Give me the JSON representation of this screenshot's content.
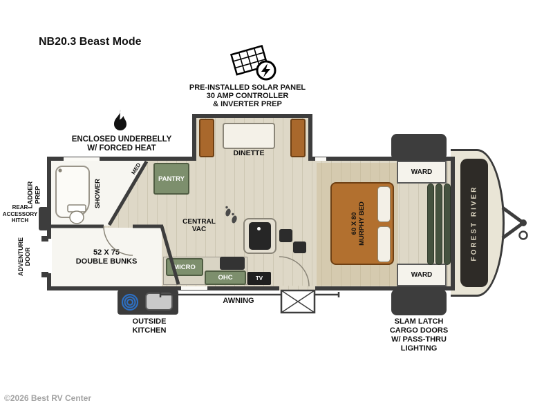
{
  "title": "NB20.3 Beast Mode",
  "watermark": "©2026 Best RV Center",
  "callouts": {
    "solar": [
      "PRE-INSTALLED SOLAR PANEL",
      "30 AMP CONTROLLER",
      "& INVERTER PREP"
    ],
    "underbelly": [
      "ENCLOSED UNDERBELLY",
      "W/ FORCED HEAT"
    ],
    "slam_latch": [
      "SLAM LATCH",
      "CARGO DOORS",
      "W/ PASS-THRU",
      "LIGHTING"
    ],
    "outside_kitchen": [
      "OUTSIDE",
      "KITCHEN"
    ],
    "awning": "AWNING",
    "ladder_prep": [
      "LADDER",
      "PREP"
    ],
    "rear_hitch": [
      "REAR",
      "ACCESSORY",
      "HITCH"
    ],
    "adventure_door": [
      "ADVENTURE",
      "DOOR"
    ]
  },
  "rooms": {
    "dinette": "DINETTE",
    "pantry": "PANTRY",
    "med": "MED",
    "shower": "SHOWER",
    "bunks": [
      "52 X 75",
      "DOUBLE BUNKS"
    ],
    "central_vac": [
      "CENTRAL",
      "VAC"
    ],
    "micro": "MICRO",
    "ohc": "OHC",
    "tv": "TV",
    "ward_top": "WARD",
    "ward_bottom": "WARD",
    "murphy_bed": [
      "60 X 80",
      "MURPHY BED"
    ],
    "brand": "FOREST RIVER"
  },
  "colors": {
    "wall": "#3d3d3d",
    "floor": "#ded8c7",
    "cabinet_green": "#7d8f6d",
    "wood_brown": "#a9682c",
    "room_white": "#f7f6f1",
    "cap_beige": "#e9e5d6",
    "cushion_green": "#45523f",
    "hose_blue": "#2d6fc2"
  }
}
